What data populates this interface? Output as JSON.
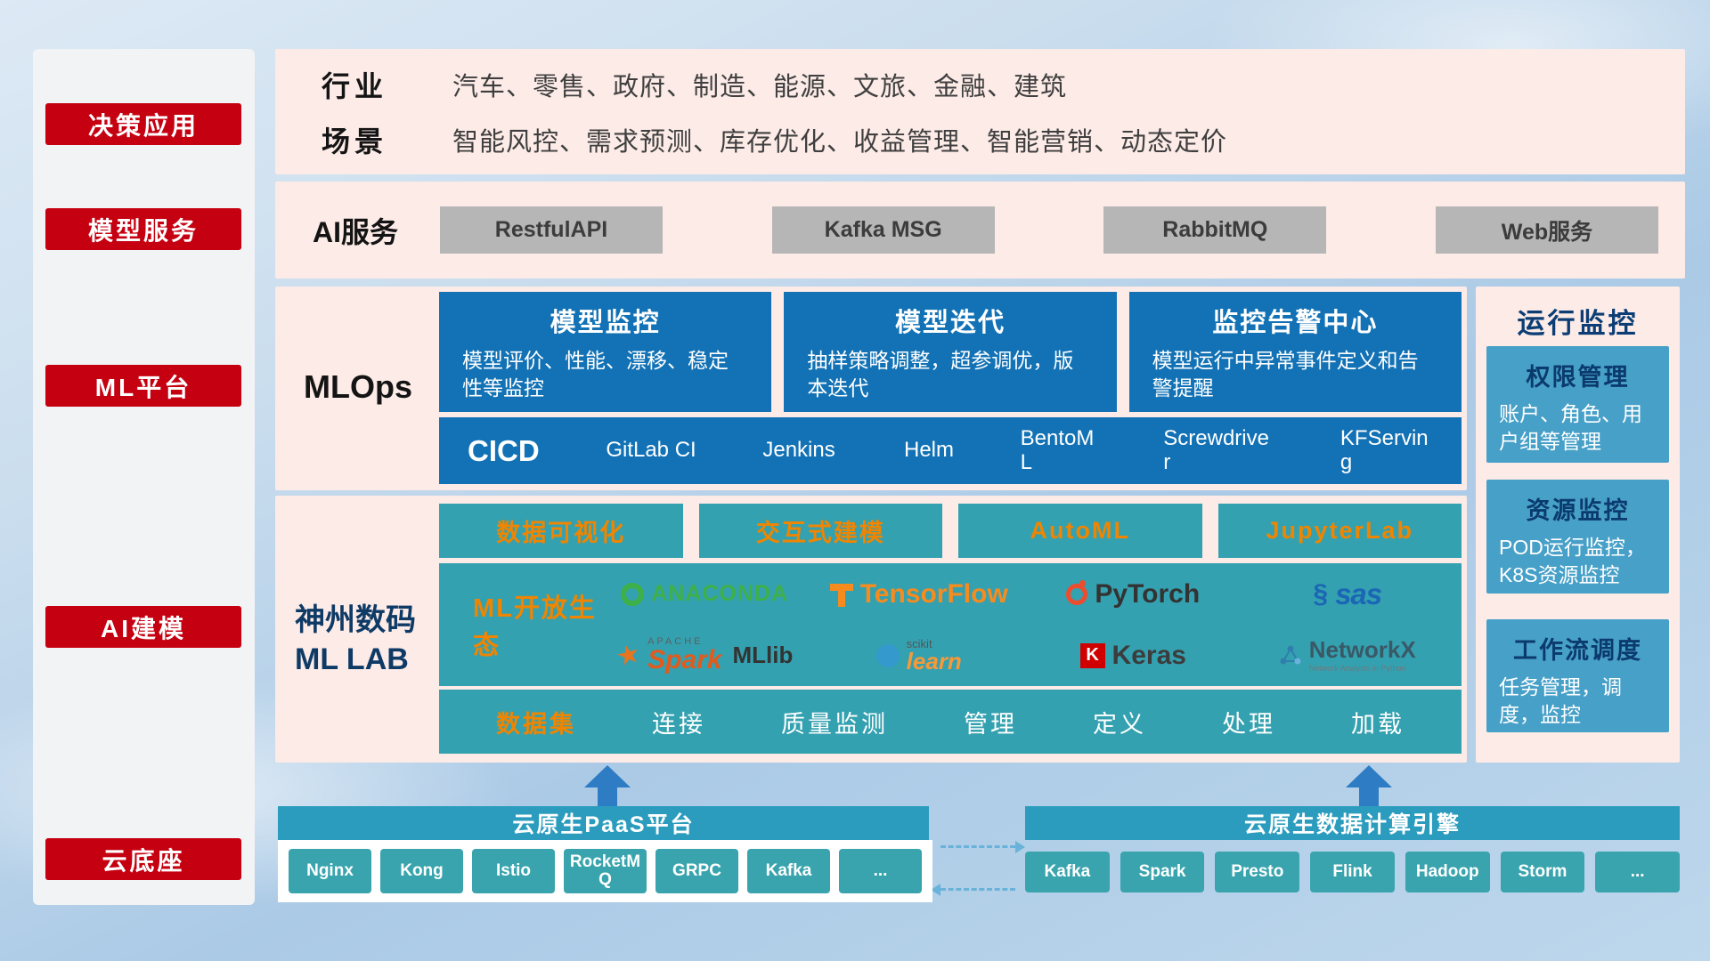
{
  "sidebar": {
    "items": [
      "决策应用",
      "模型服务",
      "ML平台",
      "AI建模",
      "云底座"
    ]
  },
  "industry": {
    "rows": [
      {
        "label": "行业",
        "content": "汽车、零售、政府、制造、能源、文旅、金融、建筑"
      },
      {
        "label": "场景",
        "content": "智能风控、需求预测、库存优化、收益管理、智能营销、动态定价"
      }
    ]
  },
  "ai_service": {
    "label": "AI服务",
    "buttons": [
      "RestfulAPI",
      "Kafka MSG",
      "RabbitMQ",
      "Web服务"
    ]
  },
  "mlops": {
    "label": "MLOps",
    "cards": [
      {
        "title": "模型监控",
        "desc": "模型评价、性能、漂移、稳定性等监控"
      },
      {
        "title": "模型迭代",
        "desc": "抽样策略调整，超参调优，版本迭代"
      },
      {
        "title": "监控告警中心",
        "desc": "模型运行中异常事件定义和告警提醒"
      }
    ],
    "cicd_lead": "CICD",
    "cicd_items": [
      "GitLab CI",
      "Jenkins",
      "Helm",
      "BentoML",
      "Screwdriver",
      "KFServing"
    ]
  },
  "mllab": {
    "label_line1": "神州数码",
    "label_line2": "ML LAB",
    "tools": [
      "数据可视化",
      "交互式建模",
      "AutoML",
      "JupyterLab"
    ],
    "eco_label": "ML开放生态",
    "logos": {
      "anaconda": "ANACONDA",
      "tensorflow": "TensorFlow",
      "pytorch": "PyTorch",
      "sas": "sas",
      "spark_apache": "APACHE",
      "spark": "Spark",
      "mllib": "MLlib",
      "scikit_small": "scikit",
      "scikit": "learn",
      "keras_k": "K",
      "keras": "Keras",
      "networkx": "NetworkX",
      "networkx_sub": "Network Analysis in Python"
    },
    "dataset_lead": "数据集",
    "dataset_items": [
      "连接",
      "质量监测",
      "管理",
      "定义",
      "处理",
      "加载"
    ]
  },
  "monitor": {
    "title": "运行监控",
    "cards": [
      {
        "title": "权限管理",
        "desc": "账户、角色、用户组等管理"
      },
      {
        "title": "资源监控",
        "desc": "POD运行监控，K8S资源监控"
      },
      {
        "title": "工作流调度",
        "desc": "任务管理，调度，监控"
      }
    ]
  },
  "bottom": {
    "paas_title": "云原生PaaS平台",
    "paas_items": [
      "Nginx",
      "Kong",
      "Istio",
      "RocketMQ",
      "GRPC",
      "Kafka",
      "..."
    ],
    "engine_title": "云原生数据计算引擎",
    "engine_items": [
      "Kafka",
      "Spark",
      "Presto",
      "Flink",
      "Hadoop",
      "Storm",
      "..."
    ]
  },
  "icons": {
    "spark_star": "★",
    "sas_swoosh": "§"
  },
  "colors": {
    "sidebar_red": "#c50010",
    "panel_pink": "#fcebe7",
    "card_blue": "#1272b5",
    "teal": "#34a1b0",
    "monitor_blue": "#47a0c8",
    "bar_teal": "#2b9cbd",
    "chip_teal": "#39a4ad",
    "accent_orange": "#ef8500",
    "gray_button": "#b6b6b6",
    "arrow_blue": "#2e7cc3"
  }
}
